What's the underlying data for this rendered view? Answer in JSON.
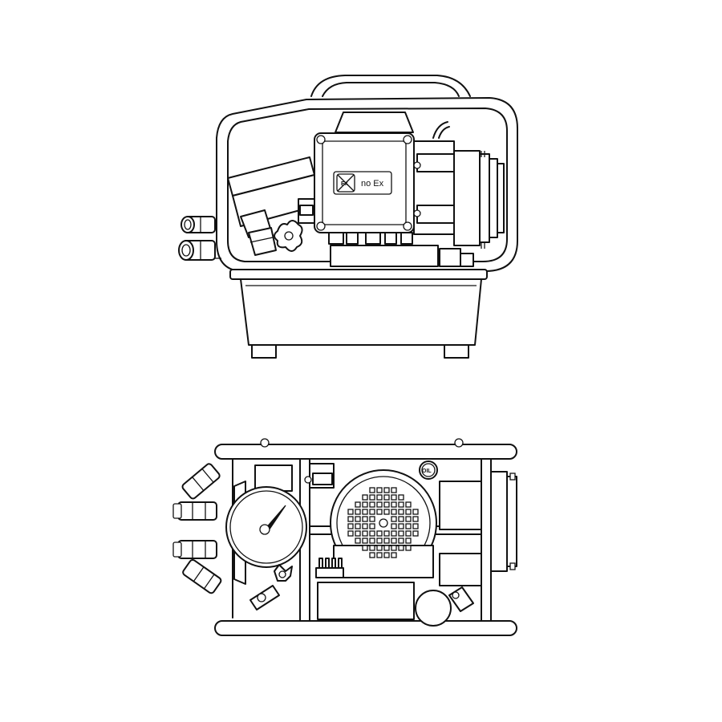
{
  "labels": {
    "no_ex": "no  Ex",
    "ex_mark": "Ex",
    "oil": "OIL"
  }
}
